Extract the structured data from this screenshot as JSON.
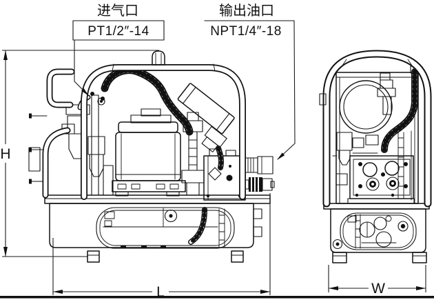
{
  "callouts": {
    "air_inlet": {
      "title": "进气口",
      "thread": "PT1/2″-14"
    },
    "oil_outlet": {
      "title": "输出油口",
      "thread": "NPT1/4″-18"
    }
  },
  "dimensions": {
    "height_label": "H",
    "length_label": "L",
    "width_label": "W"
  },
  "colors": {
    "line": "#111111",
    "background": "#ffffff"
  }
}
